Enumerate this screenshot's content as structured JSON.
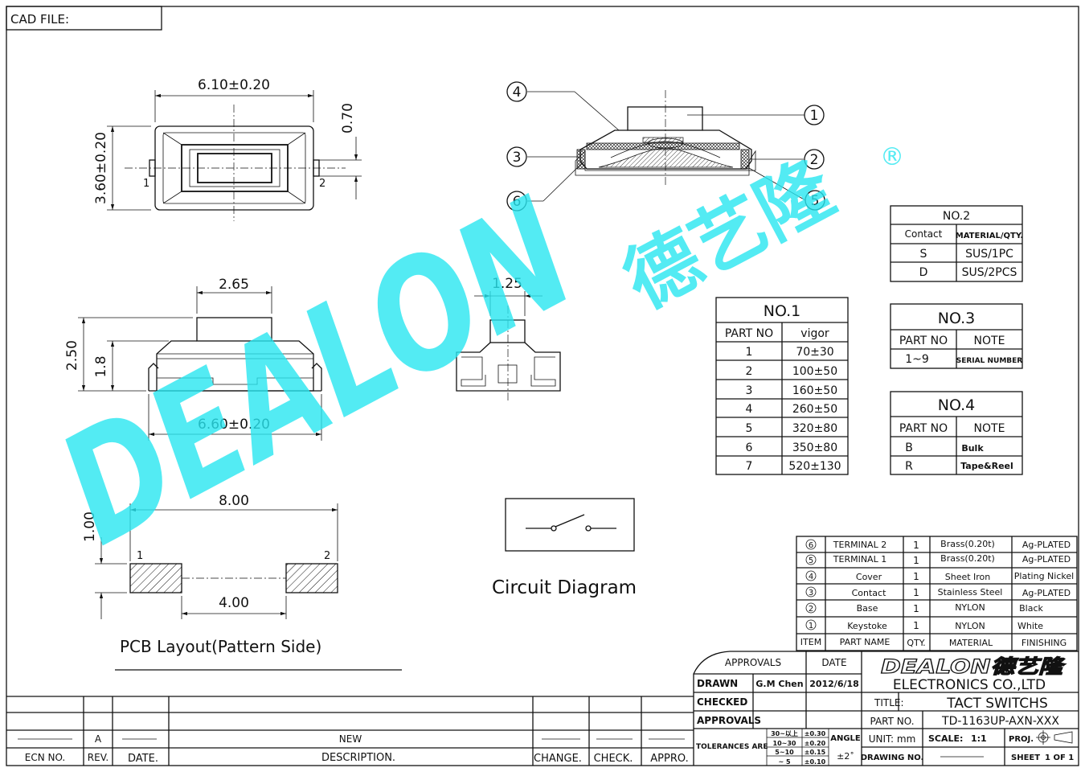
{
  "cad_file_label": "CAD  FILE:",
  "dimensions": {
    "top_width": "6.10±0.20",
    "top_height": "3.60±0.20",
    "terminal_width": "0.70",
    "pin1": "1",
    "pin2": "2",
    "stem_width": "2.65",
    "total_height": "2.50",
    "body_height": "1.8",
    "overall_width": "6.60±0.20",
    "stem_side": "1.25",
    "pcb_span": "8.00",
    "pcb_pad": "1.00",
    "pcb_gap": "4.00"
  },
  "callouts": [
    "1",
    "2",
    "3",
    "4",
    "5",
    "6"
  ],
  "labels": {
    "pcb_layout": "PCB Layout(Pattern Side)",
    "circuit": "Circuit  Diagram"
  },
  "watermark": {
    "latin": "DEALON",
    "cjk": "德艺隆",
    "reg": "®"
  },
  "no1": {
    "title": "NO.1",
    "headers": [
      "PART  NO",
      "vigor"
    ],
    "rows": [
      [
        "1",
        "70±30"
      ],
      [
        "2",
        "100±50"
      ],
      [
        "3",
        "160±50"
      ],
      [
        "4",
        "260±50"
      ],
      [
        "5",
        "320±80"
      ],
      [
        "6",
        "350±80"
      ],
      [
        "7",
        "520±130"
      ]
    ]
  },
  "no2": {
    "title": "NO.2",
    "headers": [
      "Contact",
      "MATERIAL/QTY."
    ],
    "rows": [
      [
        "S",
        "SUS/1PC"
      ],
      [
        "D",
        "SUS/2PCS"
      ]
    ]
  },
  "no3": {
    "title": "NO.3",
    "headers": [
      "PART  NO",
      "NOTE"
    ],
    "rows": [
      [
        "1~9",
        "SERIAL  NUMBER"
      ]
    ]
  },
  "no4": {
    "title": "NO.4",
    "headers": [
      "PART  NO",
      "NOTE"
    ],
    "rows": [
      [
        "B",
        "Bulk"
      ],
      [
        "R",
        "Tape&Reel"
      ]
    ]
  },
  "bom": {
    "rows": [
      [
        "6",
        "TERMINAL  2",
        "1",
        "Brass(0.20t)",
        "Ag-PLATED"
      ],
      [
        "5",
        "TERMINAL  1",
        "1",
        "Brass(0.20t)",
        "Ag-PLATED"
      ],
      [
        "4",
        "Cover",
        "1",
        "Sheet  Iron",
        "Plating  Nickel"
      ],
      [
        "3",
        "Contact",
        "1",
        "Stainless  Steel",
        "Ag-PLATED"
      ],
      [
        "2",
        "Base",
        "1",
        "NYLON",
        "Black"
      ],
      [
        "1",
        "Keystoke",
        "1",
        "NYLON",
        "White"
      ]
    ],
    "headers": [
      "ITEM",
      "PART  NAME",
      "QTY.",
      "MATERIAL",
      "FINISHING"
    ]
  },
  "title_block": {
    "approvals": "APPROVALS",
    "date": "DATE",
    "drawn": "DRAWN",
    "drawn_by": "G.M  Chen",
    "drawn_date": "2012/6/18",
    "checked": "CHECKED",
    "approvals2": "APPROVALS",
    "company_logo": "DEALON德艺隆",
    "company": "ELECTRONICS  CO.,LTD",
    "title_label": "TITLE:",
    "title": "TACT  SWITCHS",
    "part_no_label": "PART  NO.",
    "part_no": "TD-1163UP-AXN-XXX",
    "tolerances": "TOLERANCES  ARE",
    "tol_ranges": [
      "30~以上",
      "10~30",
      "5~10",
      "~ 5"
    ],
    "tol_values": [
      "±0.30",
      "±0.20",
      "±0.15",
      "±0.10"
    ],
    "angle": "ANGLE",
    "angle_value": "±2˚",
    "unit": "UNIT:  mm",
    "scale": "SCALE:",
    "scale_value": "1:1",
    "proj": "PROJ.",
    "drawing_no": "DRAWING  NO.",
    "sheet": "SHEET",
    "sheet_value": "1  OF  1"
  },
  "revision": {
    "headers": [
      "ECN  NO.",
      "REV.",
      "DATE.",
      "DESCRIPTION.",
      "CHANGE.",
      "CHECK.",
      "APPRO."
    ],
    "rev": "A",
    "description": "NEW"
  }
}
